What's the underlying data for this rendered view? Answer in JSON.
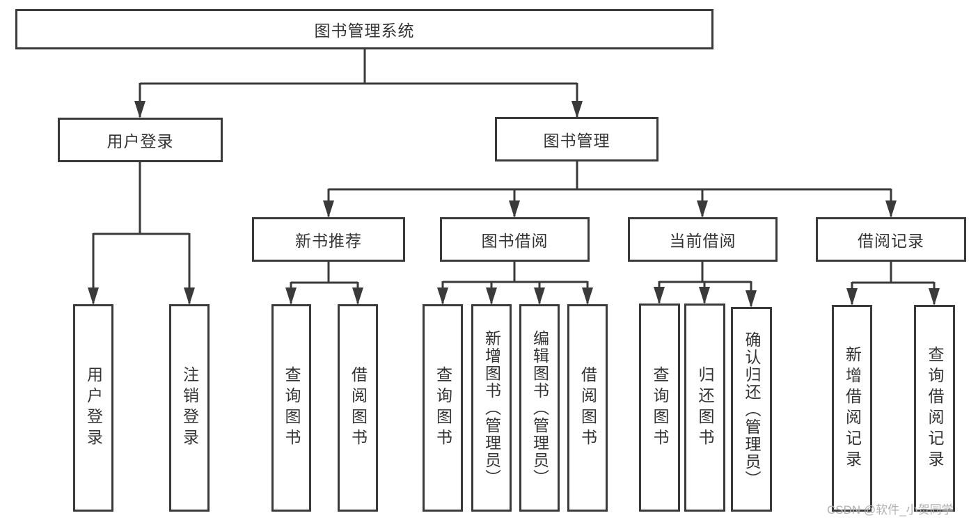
{
  "diagram": {
    "title": "图书管理系统",
    "type": "hierarchy-tree",
    "colors": {
      "line": "#3a3a3a",
      "box_border": "#3a3a3a",
      "text": "#333333",
      "background": "#ffffff",
      "watermark": "#b0b0b0"
    },
    "nodes": {
      "root": "图书管理系统",
      "user_login": "用户登录",
      "book_mgmt": "图书管理",
      "new_book_rec": "新书推荐",
      "book_borrow": "图书借阅",
      "current_borrow": "当前借阅",
      "borrow_records": "借阅记录",
      "ul_user_login": "用户登录",
      "ul_logout": "注销登录",
      "nbr_query_books": "查询图书",
      "nbr_borrow_books": "借阅图书",
      "bb_query_books": "查询图书",
      "bb_add_books": "新增图书（管理员）",
      "bb_edit_books": "编辑图书（管理员）",
      "bb_borrow_books": "借阅图书",
      "cb_query_books": "查询图书",
      "cb_return_books": "归还图书",
      "cb_confirm_return": "确认归还（管理员）",
      "br_add_record": "新增借阅记录",
      "br_query_record": "查询借阅记录"
    },
    "edges": [
      [
        "root",
        "user_login"
      ],
      [
        "root",
        "book_mgmt"
      ],
      [
        "user_login",
        "ul_user_login"
      ],
      [
        "user_login",
        "ul_logout"
      ],
      [
        "book_mgmt",
        "new_book_rec"
      ],
      [
        "book_mgmt",
        "book_borrow"
      ],
      [
        "book_mgmt",
        "current_borrow"
      ],
      [
        "book_mgmt",
        "borrow_records"
      ],
      [
        "new_book_rec",
        "nbr_query_books"
      ],
      [
        "new_book_rec",
        "nbr_borrow_books"
      ],
      [
        "book_borrow",
        "bb_query_books"
      ],
      [
        "book_borrow",
        "bb_add_books"
      ],
      [
        "book_borrow",
        "bb_edit_books"
      ],
      [
        "book_borrow",
        "bb_borrow_books"
      ],
      [
        "current_borrow",
        "cb_query_books"
      ],
      [
        "current_borrow",
        "cb_return_books"
      ],
      [
        "current_borrow",
        "cb_confirm_return"
      ],
      [
        "borrow_records",
        "br_add_record"
      ],
      [
        "borrow_records",
        "br_query_record"
      ]
    ],
    "watermark": "CSDN @软件_小贺同学"
  }
}
